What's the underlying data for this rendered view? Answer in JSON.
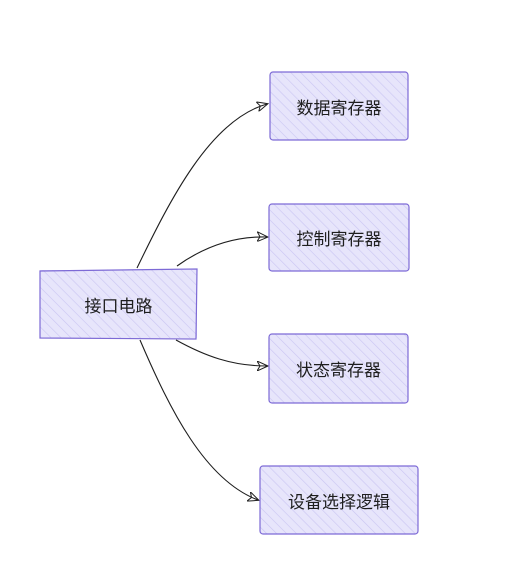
{
  "diagram": {
    "root": {
      "label": "接口电路"
    },
    "children": [
      {
        "id": "data-register",
        "label": "数据寄存器"
      },
      {
        "id": "control-register",
        "label": "控制寄存器"
      },
      {
        "id": "status-register",
        "label": "状态寄存器"
      },
      {
        "id": "device-select-logic",
        "label": "设备选择逻辑"
      }
    ]
  },
  "colors": {
    "node_fill": "#e7e5fb",
    "node_hatch": "#c9c4f2",
    "node_stroke": "#7d6ad6",
    "edge_stroke": "#1e1e1e",
    "text": "#1e1e1e"
  }
}
